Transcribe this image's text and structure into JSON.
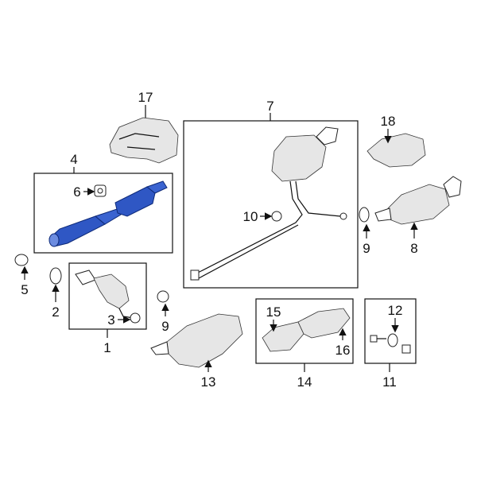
{
  "diagram": {
    "highlight_color": "#2f57c4",
    "callouts": {
      "c1": "1",
      "c2": "2",
      "c3": "3",
      "c4": "4",
      "c5": "5",
      "c6": "6",
      "c7": "7",
      "c8": "8",
      "c9a": "9",
      "c9b": "9",
      "c10": "10",
      "c11": "11",
      "c12": "12",
      "c13": "13",
      "c14": "14",
      "c15": "15",
      "c16": "16",
      "c17": "17",
      "c18": "18"
    }
  }
}
